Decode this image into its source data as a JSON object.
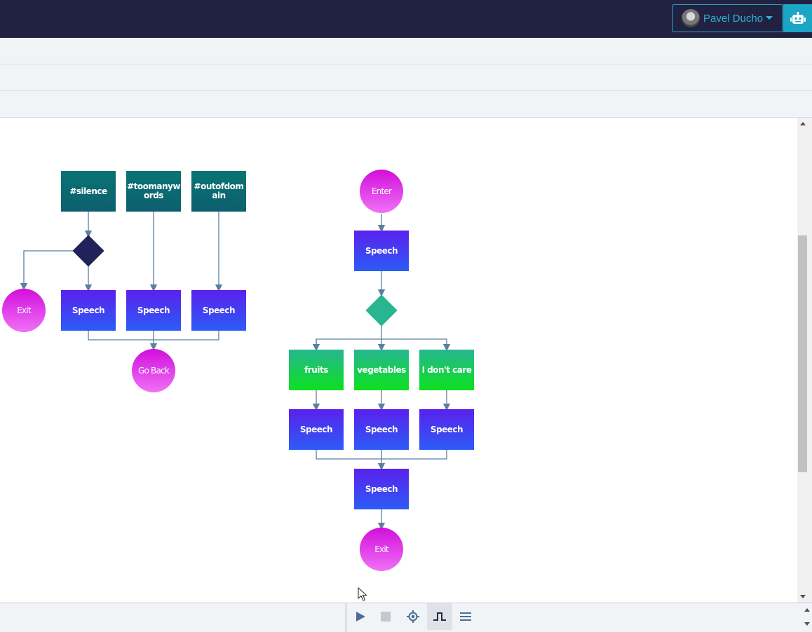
{
  "header": {
    "user_name": "Pavel Ducho",
    "icons": {
      "avatar": "user-avatar",
      "bot": "robot-icon",
      "menu_caret": "caret-down-icon"
    },
    "colors": {
      "topbar": "#212242",
      "accent": "#1aa6c4"
    }
  },
  "diagram": {
    "left_flow": {
      "triggers": [
        "#silence",
        "#toomanywords",
        "#outofdomain"
      ],
      "exit": "Exit",
      "speech_nodes": [
        "Speech",
        "Speech",
        "Speech"
      ],
      "go_back": "Go Back"
    },
    "right_flow": {
      "enter": "Enter",
      "speech_first": "Speech",
      "options": [
        "fruits",
        "vegetables",
        "I don't care"
      ],
      "option_speech": [
        "Speech",
        "Speech",
        "Speech"
      ],
      "speech_merge": "Speech",
      "exit": "Exit"
    },
    "colors": {
      "trigger": "#087474",
      "speech": "#3c42f2",
      "option": "#19c95a",
      "terminal": "#e043ec",
      "decision_left": "#212259",
      "decision_right": "#27b690",
      "connector": "#5b7f9d"
    }
  },
  "toolbar": {
    "buttons": [
      {
        "name": "play-button",
        "icon": "play-icon",
        "active": false
      },
      {
        "name": "stop-button",
        "icon": "stop-icon",
        "active": false
      },
      {
        "name": "locate-button",
        "icon": "crosshair-icon",
        "active": false
      },
      {
        "name": "connector-style-button",
        "icon": "step-line-icon",
        "active": true
      },
      {
        "name": "menu-button",
        "icon": "hamburger-icon",
        "active": false
      }
    ]
  }
}
